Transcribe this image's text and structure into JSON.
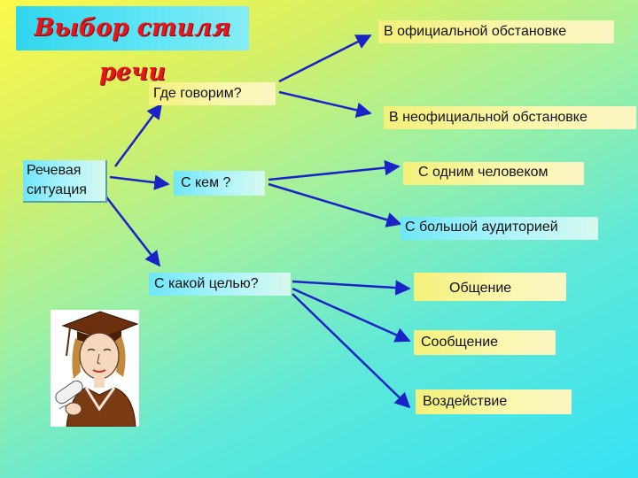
{
  "title": "Выбор стиля речи",
  "nodes": {
    "situation": "Речевая ситуация",
    "where": "Где говорим?",
    "with_whom": "С кем ?",
    "purpose": "С какой целью?",
    "official": "В официальной обстановке",
    "unofficial": "В неофициальной обстановке",
    "one_person": "С одним человеком",
    "large_audience": "С большой аудиторией",
    "communication": "Общение",
    "message": "Сообщение",
    "influence": "Воздействие"
  },
  "colors": {
    "arrow": "#1a23c8",
    "title_text": "#e8151b"
  },
  "icons": [
    "graduate-icon",
    "diploma-icon"
  ]
}
